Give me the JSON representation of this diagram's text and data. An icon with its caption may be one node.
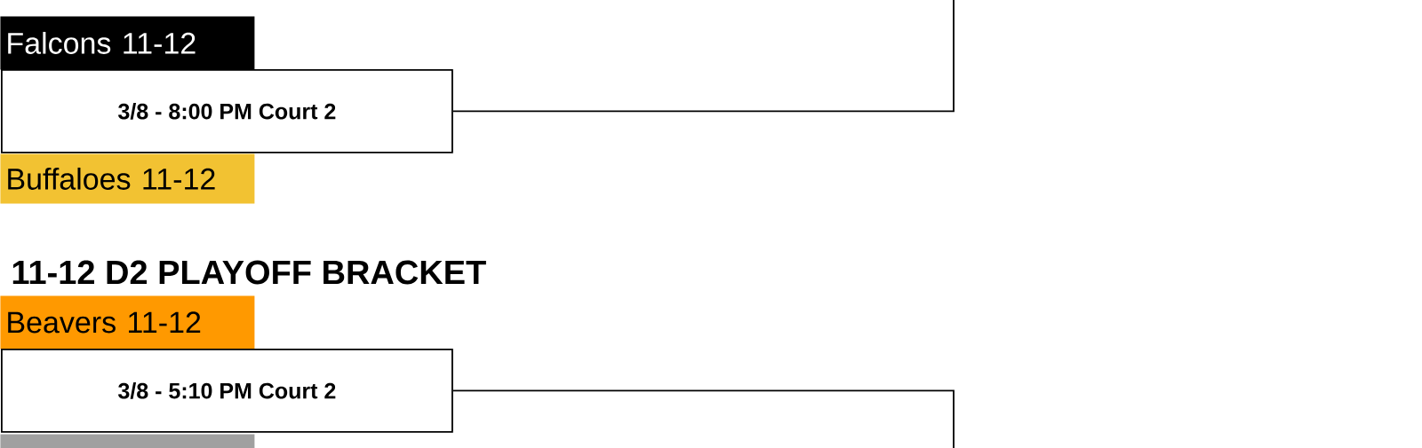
{
  "diagram": {
    "title": "11-12 D2 PLAYOFF BRACKET",
    "nodes": [
      {
        "text": [
          "Falcons 11-12"
        ]
      },
      {
        "text": [
          "3/8 - 8:00 PM Court 2"
        ]
      },
      {
        "text": [
          "Buffaloes 11-12"
        ]
      },
      {
        "text": [
          "Beavers 11-12"
        ]
      },
      {
        "text": [
          "3/8 - 5:10 PM Court 2"
        ]
      },
      {
        "text": [],
        "shape": "box"
      }
    ],
    "edges": [
      {
        "from": 1,
        "to": null,
        "arrow": "none"
      },
      {
        "from": 4,
        "to": null,
        "arrow": "none"
      }
    ]
  }
}
